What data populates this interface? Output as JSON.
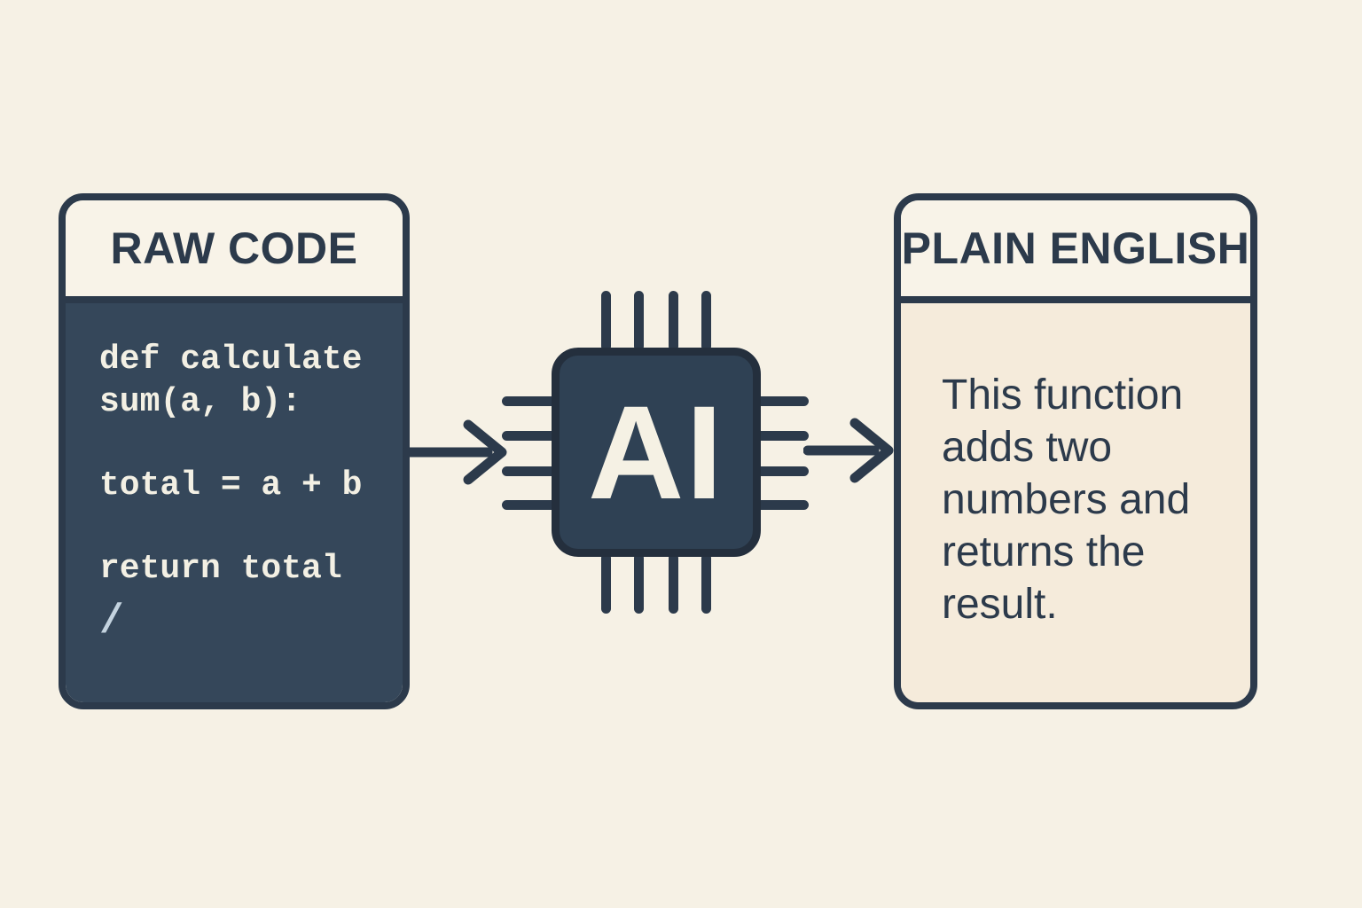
{
  "palette": {
    "background": "#F6F1E5",
    "navy_ink": "#2C3A4B",
    "code_panel_bg": "#35475A",
    "chip_fill": "#2F4154",
    "chip_border": "#242F3D",
    "code_text": "#F3F0E4",
    "cursor_slash": "#C4D3DF",
    "plain_panel_bg": "#F5EBDB",
    "header_bg": "#F8F3E8"
  },
  "left_panel": {
    "title": "RAW CODE",
    "code": {
      "line1": "def calculate",
      "line2": "sum(a, b):",
      "line3": "total = a + b",
      "line4": "return total",
      "cursor": "/"
    }
  },
  "chip": {
    "label": "AI",
    "icon": "ai-processor-chip-icon",
    "pins_per_side": 4
  },
  "right_panel": {
    "title": "PLAIN ENGLISH",
    "lines": [
      "This function",
      "adds two",
      "numbers and",
      "returns the",
      "result."
    ]
  }
}
